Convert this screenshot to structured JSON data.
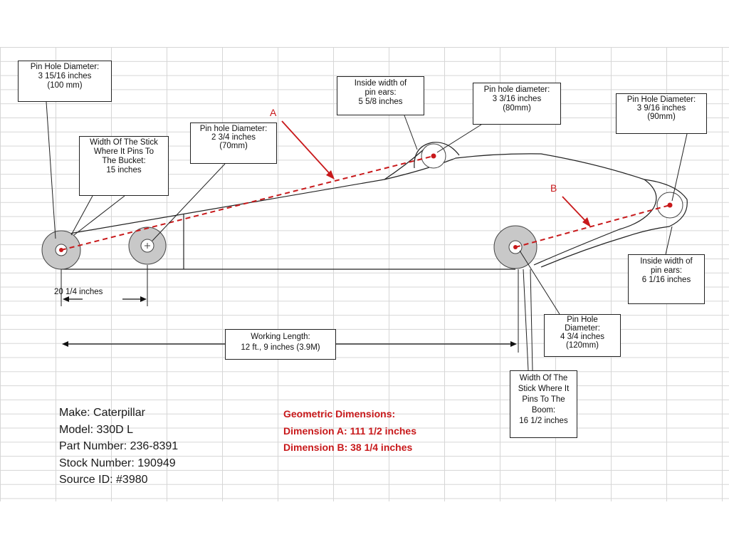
{
  "callouts": {
    "pin_hole_bucket": [
      "Pin Hole Diameter:",
      "3 15/16 inches",
      "(100 mm)"
    ],
    "stick_width_bucket": [
      "Width Of The Stick",
      "Where It Pins To",
      "The Bucket:",
      "15 inches"
    ],
    "pin_hole_link": [
      "Pin hole Diameter:",
      "2 3/4 inches",
      "(70mm)"
    ],
    "inside_width_upper": [
      "Inside width of",
      "pin ears:",
      "5 5/8 inches"
    ],
    "pin_hole_upper": [
      "Pin hole diameter:",
      "3 3/16 inches",
      "(80mm)"
    ],
    "pin_hole_cylinder": [
      "Pin Hole Diameter:",
      "3 9/16 inches",
      "(90mm)"
    ],
    "inside_width_cylinder": [
      "Inside width of",
      "pin ears:",
      "6 1/16 inches"
    ],
    "pin_hole_boom": [
      "Pin Hole",
      "Diameter:",
      "4 3/4 inches",
      "(120mm)"
    ],
    "stick_width_boom": [
      "Width Of The",
      "Stick Where It",
      "Pins To The",
      "Boom:",
      "16 1/2 inches"
    ],
    "working_length": [
      "Working Length:",
      "12 ft., 9 inches (3.9M)"
    ]
  },
  "labels": {
    "pin_spacing": "20 1/4 inches",
    "dimension_a_letter": "A",
    "dimension_b_letter": "B"
  },
  "info": {
    "make": "Make: Caterpillar",
    "model": "Model: 330D L",
    "part_number": "Part Number: 236-8391",
    "stock_number": "Stock Number: 190949",
    "source_id": "Source ID: #3980"
  },
  "geometric": {
    "title": "Geometric Dimensions:",
    "dimension_a": "Dimension A: 111 1/2 inches",
    "dimension_b": "Dimension B: 38 1/4 inches"
  },
  "colors": {
    "dimension_red": "#c8191b",
    "pin_boss_gray": "#c8c8c8",
    "grid_line": "#d6d6d6"
  }
}
